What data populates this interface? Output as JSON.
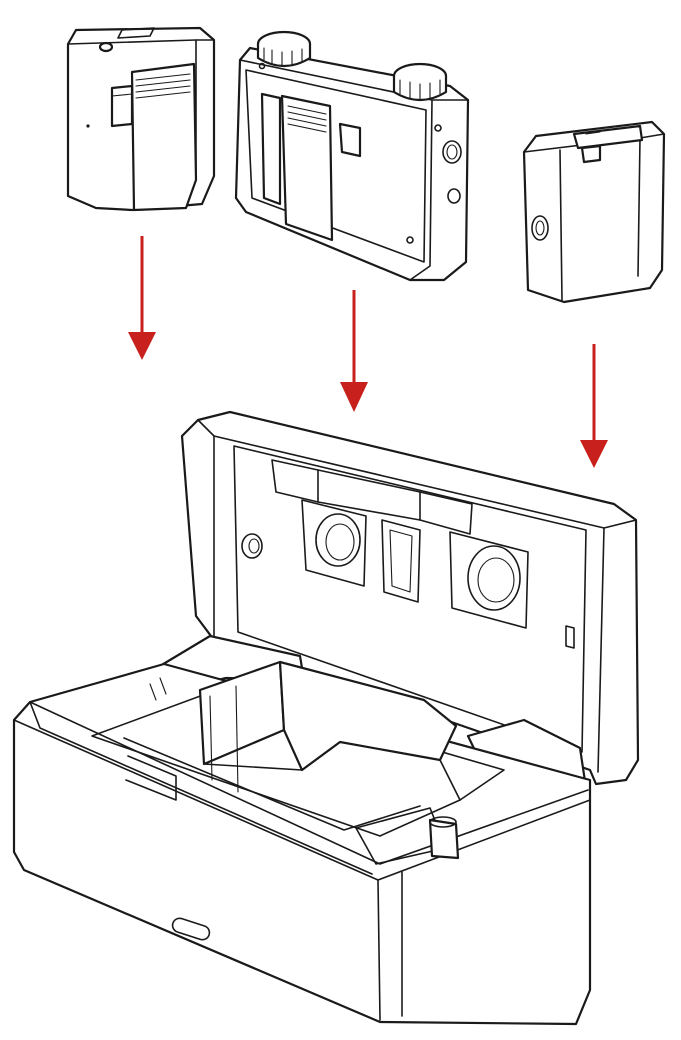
{
  "colors": {
    "line": "#1a1a1a",
    "arrow": "#c8201c",
    "background": "#ffffff",
    "fill": "#ffffff"
  },
  "arrows": [
    {
      "id": "left",
      "points_to": "left-slot"
    },
    {
      "id": "center",
      "points_to": "center-slot"
    },
    {
      "id": "right",
      "points_to": "right-slot"
    }
  ],
  "parts": [
    "transmitter-left",
    "receiver-center",
    "transmitter-right",
    "charging-case"
  ]
}
